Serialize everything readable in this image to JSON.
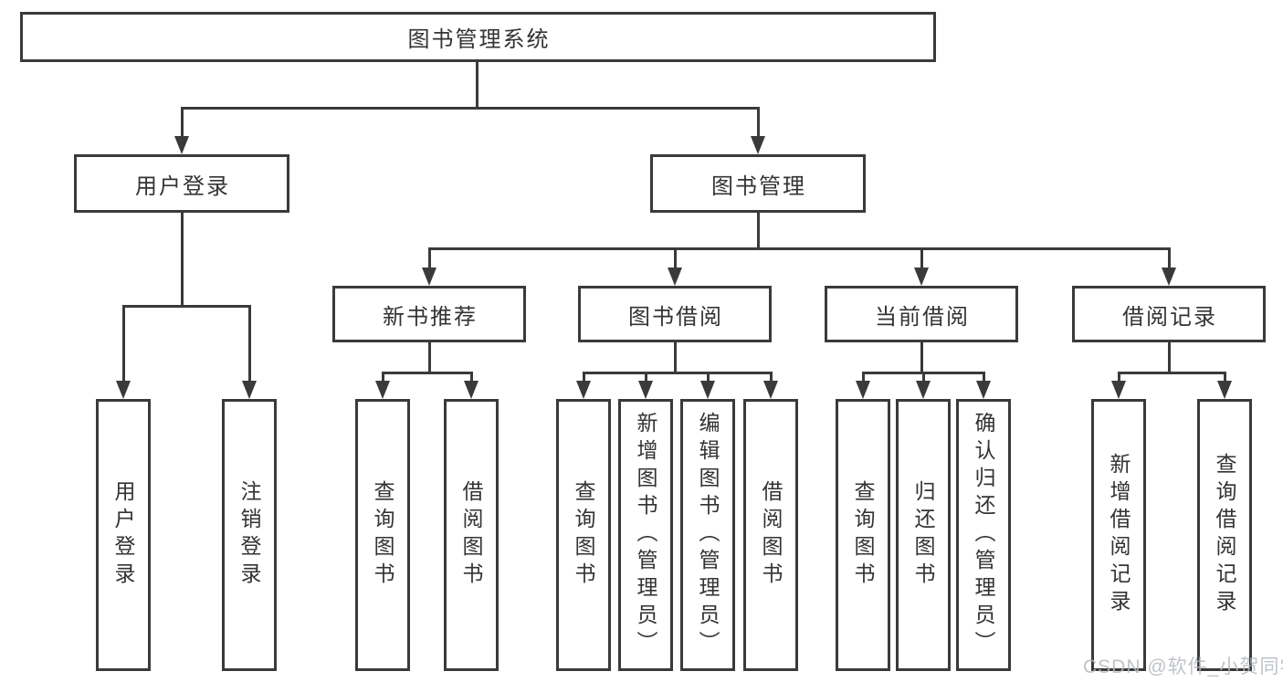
{
  "diagram": {
    "root": {
      "label": "图书管理系统"
    },
    "level2": [
      {
        "label": "用户登录"
      },
      {
        "label": "图书管理"
      }
    ],
    "level3": [
      {
        "label": "新书推荐"
      },
      {
        "label": "图书借阅"
      },
      {
        "label": "当前借阅"
      },
      {
        "label": "借阅记录"
      }
    ],
    "leaves": {
      "user_login": [
        "用户登录",
        "注销登录"
      ],
      "new_books": [
        "查询图书",
        "借阅图书"
      ],
      "book_borrow": [
        "查询图书",
        "新增图书（管理员）",
        "编辑图书（管理员）",
        "借阅图书"
      ],
      "current_borrow": [
        "查询图书",
        "归还图书",
        "确认归还（管理员）"
      ],
      "borrow_records": [
        "新增借阅记录",
        "查询借阅记录"
      ]
    }
  },
  "watermark": {
    "text": "CSDN @软件_小贺同学"
  },
  "colors": {
    "line": "#3a3a3a",
    "text": "#333333",
    "watermark": "#b5b9be",
    "background": "#ffffff"
  }
}
